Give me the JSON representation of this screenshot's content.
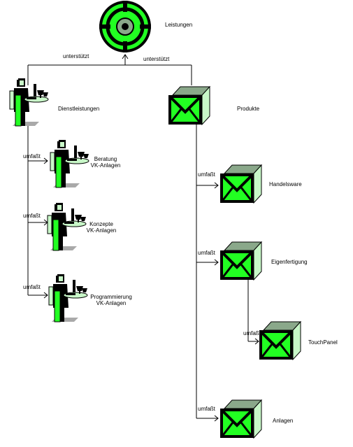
{
  "colors": {
    "green": "#22ff22",
    "light_green": "#c8f7c8",
    "roof": "#8aa88a",
    "shadow": "#a9a9a9",
    "line": "#000000"
  },
  "root": {
    "label": "Leistungen",
    "icon": "target-icon"
  },
  "edges": {
    "supports": "unterstützt",
    "contains": "umfaßt"
  },
  "services": {
    "label": "Dienstleistungen",
    "icon": "waiter-icon",
    "items": [
      {
        "line1": "Beratung",
        "line2": "VK-Anlagen"
      },
      {
        "line1": "Konzepte",
        "line2": "VK-Anlagen"
      },
      {
        "line1": "Programmierung",
        "line2": "VK-Anlagen"
      }
    ]
  },
  "products": {
    "label": "Produkte",
    "icon": "box-icon",
    "items": [
      {
        "label": "Handelsware"
      },
      {
        "label": "Eigenfertigung",
        "children": [
          {
            "label": "TouchPanel"
          }
        ]
      },
      {
        "label": "Anlagen"
      }
    ]
  }
}
